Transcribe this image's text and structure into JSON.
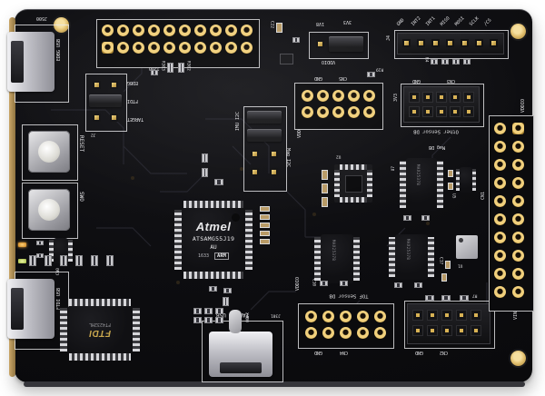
{
  "colors": {
    "gold": "#e2bc63",
    "pcb": "#0d0d10",
    "silk": "#e8e8ea",
    "board_edge": "#b3924f"
  },
  "mcu": {
    "brand": "Atmel",
    "part": "ATSAMG55J19",
    "package": "AU",
    "date": "1633",
    "core": "ARM"
  },
  "ftdi_chip": {
    "brand": "FTDI",
    "part": "FT4232HL"
  },
  "sensor_chip": {
    "part": "MAX2537B"
  },
  "buttons": {
    "reset": "RESET",
    "swo": "SWO"
  },
  "usb": {
    "edbg": "EDBG USB",
    "ftdi": "FTDI USB",
    "ftdi_ref": "CN0",
    "target": "TARGET USB",
    "target_ref": "J301"
  },
  "hole_ref": "J500",
  "headers": {
    "j200": {
      "ref": "J200"
    },
    "j2": {
      "ref": "J2",
      "options": [
        "EDBG",
        "FTDI",
        "TARGET"
      ]
    },
    "vddio_sel": {
      "left": "1V8",
      "right": "3V3",
      "label": "VDDIO"
    },
    "j4": {
      "ref": "J4",
      "pins": [
        "GND",
        "INT2",
        "INT1",
        "MISO",
        "MOSI",
        "SCLK",
        "/CS"
      ]
    },
    "i2c_sel": {
      "left": "IMU I2C",
      "right": "Mag I2C"
    },
    "cn1": {
      "ref": "CN1",
      "top": "VDDIO",
      "bottom": "VIN"
    },
    "cn2": {
      "ref": "CN2",
      "gnd": "GND"
    },
    "cn3": {
      "ref": "CN3",
      "gnd": "GND",
      "rail": "3V3",
      "db": "Other Sensor DB",
      "db2": "Mag DB"
    },
    "cn4": {
      "ref": "CN4",
      "gnd": "GND",
      "rail": "VDDIO",
      "db": "TOF Sensor DB"
    },
    "cn5": {
      "ref": "CN5",
      "gnd": "GND",
      "rail": "VDD"
    }
  },
  "refdes": {
    "r303": "R303",
    "r302": "R302",
    "r19": "R19",
    "r4": "R4",
    "r7": "R7",
    "x400": "X400",
    "c22": "C22",
    "c10": "C10",
    "c17": "C17",
    "u1": "U1",
    "u2": "U2",
    "u5": "U5",
    "u7": "U7"
  }
}
